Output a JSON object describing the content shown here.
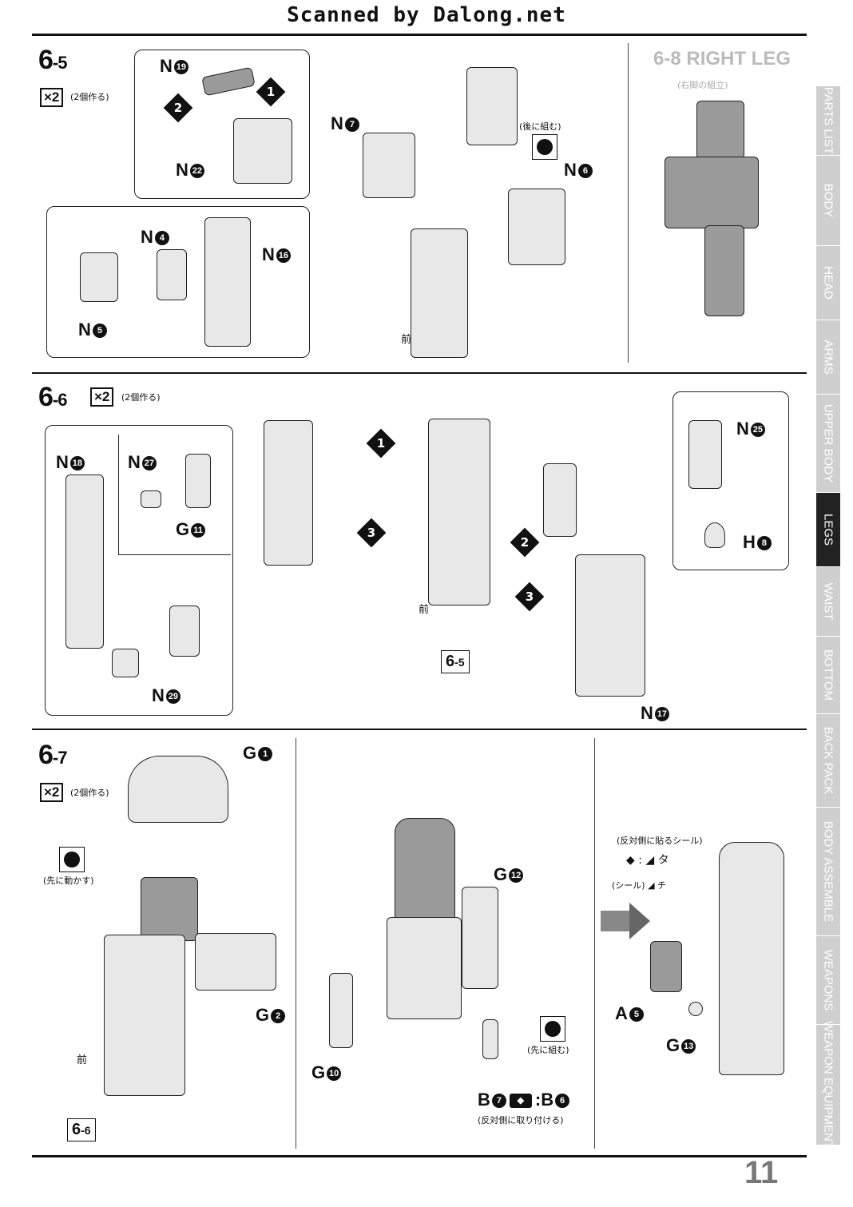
{
  "header": {
    "scan_credit": "Scanned by Dalong.net"
  },
  "page_number": "11",
  "side_tabs": [
    "PARTS LIST",
    "BODY",
    "HEAD",
    "ARMS",
    "UPPER BODY",
    "LEGS",
    "WAIST",
    "BOTTOM",
    "BACK PACK",
    "BODY ASSEMBLE",
    "WEAPONS",
    "WEAPON EQUIPMENT"
  ],
  "active_tab": "LEGS",
  "step_6_5": {
    "number": "6",
    "sub": "-5",
    "multiplier": "×2",
    "note": "(2個作る)",
    "labels": {
      "n19": "N",
      "n22": "N",
      "n7": "N",
      "n6": "N",
      "n4": "N",
      "n16": "N",
      "n5": "N"
    },
    "nums": {
      "n19": "19",
      "n22": "22",
      "n7": "7",
      "n6": "6",
      "n4": "4",
      "n16": "16",
      "n5": "5"
    },
    "seq": [
      "1",
      "2"
    ],
    "combine_note": "(後に組む)",
    "front": "前"
  },
  "step_6_8": {
    "title": "6-8 RIGHT LEG",
    "subtitle": "(右脚の組立)"
  },
  "step_6_6": {
    "number": "6",
    "sub": "-6",
    "multiplier": "×2",
    "note": "(2個作る)",
    "labels": {
      "n18": "N",
      "n27": "N",
      "g11": "G",
      "n29": "N",
      "n25": "N",
      "h8": "H",
      "n17": "N"
    },
    "nums": {
      "n18": "18",
      "n27": "27",
      "g11": "11",
      "n29": "29",
      "n25": "25",
      "h8": "8",
      "n17": "17"
    },
    "seq": [
      "1",
      "2",
      "3",
      "3"
    ],
    "ref": {
      "main": "6",
      "sub": "-5"
    },
    "front": "前"
  },
  "step_6_7": {
    "number": "6",
    "sub": "-7",
    "multiplier": "×2",
    "note": "(2個作る)",
    "labels": {
      "g1": "G",
      "g2": "G",
      "g12": "G",
      "g10": "G",
      "b7": "B",
      "b6": "B",
      "a5": "A",
      "g13": "G"
    },
    "nums": {
      "g1": "1",
      "g2": "2",
      "g12": "12",
      "g10": "10",
      "b7": "7",
      "b6": "6",
      "a5": "5",
      "g13": "13"
    },
    "move_first": "(先に動かす)",
    "combine_first": "(先に組む)",
    "opposite_attach": "(反対側に取り付ける)",
    "sticker_opposite": "(反対側に貼るシール)",
    "sticker": "(シール)",
    "sticker_ta": "タ",
    "sticker_chi": "チ",
    "ref": {
      "main": "6",
      "sub": "-6"
    },
    "front": "前"
  }
}
